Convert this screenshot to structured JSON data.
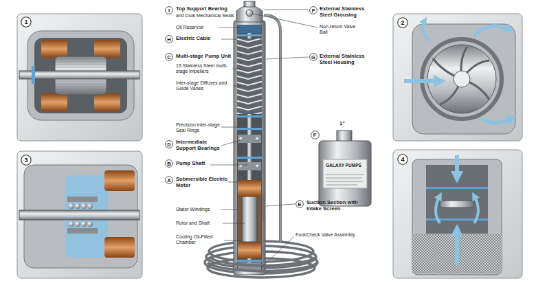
{
  "diagram": {
    "nodes": [
      {
        "text": [
          "1"
        ]
      },
      {
        "text": [
          "I"
        ]
      },
      {
        "text": [
          "F"
        ]
      },
      {
        "text": [
          "2"
        ]
      },
      {
        "text": [
          "H"
        ]
      },
      {
        "text": [
          "C"
        ]
      },
      {
        "text": [
          "G"
        ]
      },
      {
        "text": [
          "F"
        ]
      },
      {
        "text": [
          "D"
        ]
      },
      {
        "text": [
          "B"
        ]
      },
      {
        "text": [
          "A"
        ]
      },
      {
        "text": [
          "3"
        ]
      },
      {
        "text": [
          "E"
        ]
      },
      {
        "text": [
          "4"
        ]
      }
    ],
    "labels": [
      "Top Support Bearing",
      "and Dual Mechanical Seals",
      "Oil Reservoir",
      "Electric Cable",
      "Multi-stage Pump Unit",
      "15 Stainless Steel multi-stage Impellers",
      "Inter-stage Diffuses and Guide Vanes",
      "Precision inter-stage Seal Rings",
      "Intermediate Support Bearings",
      "Pump Shaft",
      "Submersible Electric Motor",
      "Stator Windings",
      "Rotor and Shaft",
      "Cooling Oil-Filled Chamber",
      "External Stainless Steel Grousing",
      "Non-return Valve Ball",
      "External Stainless Steel Housing",
      "1\"",
      "GALAXY PUMPS",
      "Suction Section with Intake Screen",
      "Foot/Check Valve Assembly"
    ]
  }
}
